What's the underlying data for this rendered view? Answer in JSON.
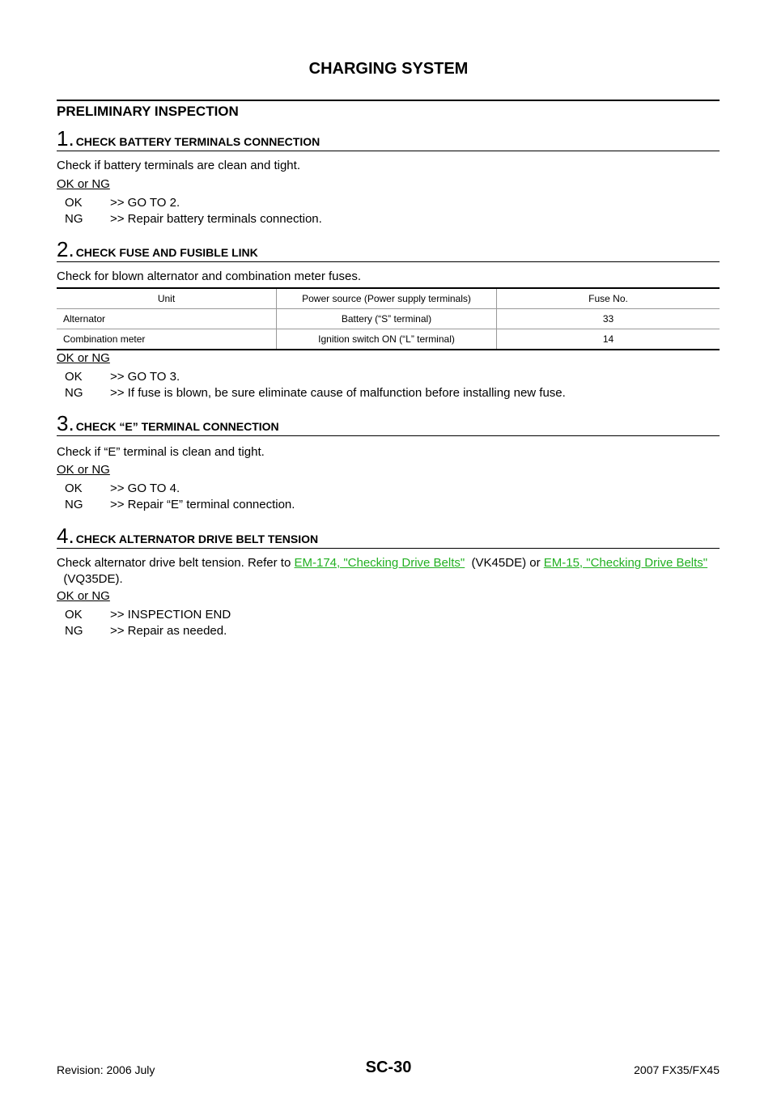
{
  "header": {
    "title": "CHARGING SYSTEM"
  },
  "section_title": "PRELIMINARY INSPECTION",
  "okng_label": "OK or NG",
  "steps": [
    {
      "num": "1.",
      "title": "CHECK BATTERY TERMINALS CONNECTION",
      "text": "Check if battery terminals are clean and tight.",
      "ok_code": "OK",
      "ok_text": ">> GO TO 2.",
      "ng_code": "NG",
      "ng_text": ">> Repair battery terminals connection."
    },
    {
      "num": "2.",
      "title": "CHECK FUSE AND FUSIBLE LINK",
      "text": "Check for blown alternator and combination meter fuses.",
      "ok_code": "OK",
      "ok_text": ">> GO TO 3.",
      "ng_code": "NG",
      "ng_text": ">> If fuse is blown, be sure eliminate cause of malfunction before installing new fuse."
    },
    {
      "num": "3.",
      "title": "CHECK “E” TERMINAL CONNECTION",
      "text": "Check if “E” terminal is clean and tight.",
      "ok_code": "OK",
      "ok_text": ">> GO TO 4.",
      "ng_code": "NG",
      "ng_text": ">> Repair “E” terminal connection."
    },
    {
      "num": "4.",
      "title": "CHECK ALTERNATOR DRIVE BELT TENSION",
      "text_pre": "Check alternator drive belt tension. Refer to ",
      "link1": "EM-174, \"Checking Drive Belts\"",
      "text_mid": "  (VK45DE) or ",
      "link2": "EM-15, \"Checking Drive Belts\"",
      "text_post": "  (VQ35DE).",
      "ok_code": "OK",
      "ok_text": ">> INSPECTION END",
      "ng_code": "NG",
      "ng_text": ">> Repair as needed."
    }
  ],
  "fuse_table": {
    "headers": [
      "Unit",
      "Power source (Power supply terminals)",
      "Fuse No."
    ],
    "rows": [
      [
        "Alternator",
        "Battery (“S” terminal)",
        "33"
      ],
      [
        "Combination meter",
        "Ignition switch ON (“L” terminal)",
        "14"
      ]
    ]
  },
  "footer": {
    "revision": "Revision: 2006 July",
    "page": "SC-30",
    "model": "2007 FX35/FX45"
  },
  "colors": {
    "link": "#22b022"
  }
}
